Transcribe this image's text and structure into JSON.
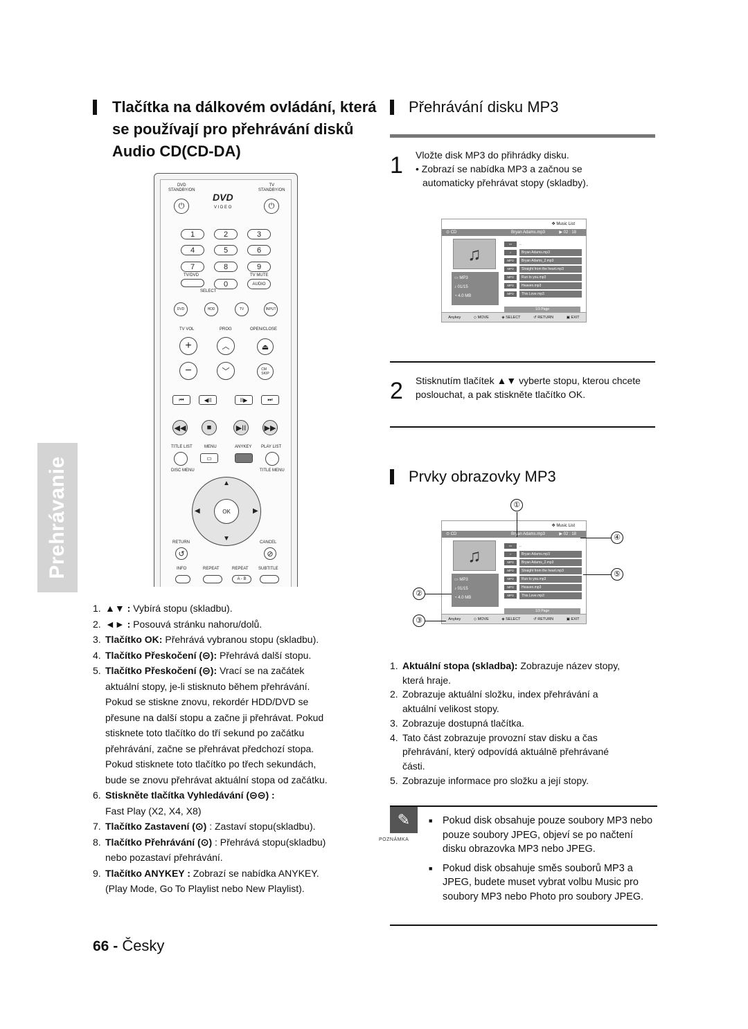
{
  "side_tab": "Prehrávanie",
  "left_heading": {
    "line1": "Tlačítka na dálkovém ovládání, která",
    "line2": "se používají pro přehrávání disků",
    "line3": "Audio CD(CD-DA)"
  },
  "remote": {
    "dvd_standby": "DVD\nSTANDBY/ON",
    "tv_standby": "TV\nSTANDBY/ON",
    "logo": "DVD",
    "logo_sub": "V I D E O",
    "digits": [
      "1",
      "2",
      "3",
      "4",
      "5",
      "6",
      "7",
      "8",
      "9",
      "0"
    ],
    "tvdvd": "TV/DVD",
    "tvmute": "TV MUTE",
    "audio": "AUDIO",
    "select": "SELECT",
    "src": [
      "DVD",
      "HDD",
      "TV",
      "INPUT"
    ],
    "tv_vol": "TV VOL",
    "prog": "PROG",
    "open_close": "OPEN/CLOSE",
    "cm_skip": "CM\nSKIP",
    "title_list": "TITLE LIST",
    "menu": "MENU",
    "anykey": "ANYKEY",
    "play_list": "PLAY LIST",
    "disc_menu": "DISC MENU",
    "title_menu": "TITLE MENU",
    "ok": "OK",
    "return": "RETURN",
    "cancel": "CANCEL",
    "info": "INFO",
    "repeat": "REPEAT",
    "repeat2": "REPEAT",
    "subtitle": "SUBTITLE",
    "ab": "A - B"
  },
  "left_list": [
    {
      "num": "1.",
      "bold": "▲▼ :",
      "text": " Vybírá stopu (skladbu)."
    },
    {
      "num": "2.",
      "bold": "◄► :",
      "text": " Posouvá stránku nahoru/dolů."
    },
    {
      "num": "3.",
      "bold": "Tlačítko OK:",
      "text": " Přehrává vybranou stopu (skladbu)."
    },
    {
      "num": "4.",
      "bold": "Tlačítko Přeskočení (⊝):",
      "text": " Přehrává další stopu."
    },
    {
      "num": "5.",
      "bold": "Tlačítko Přeskočení (⊝):",
      "text": " Vrací se na začátek"
    },
    {
      "num": "",
      "bold": "",
      "text": "aktuální stopy, je-li stisknuto během přehrávání."
    },
    {
      "num": "",
      "bold": "",
      "text": "Pokud se stiskne znovu, rekordér HDD/DVD se"
    },
    {
      "num": "",
      "bold": "",
      "text": "přesune na další stopu a začne ji přehrávat. Pokud"
    },
    {
      "num": "",
      "bold": "",
      "text": "stisknete toto tlačítko do tří sekund po začátku"
    },
    {
      "num": "",
      "bold": "",
      "text": "přehrávání, začne se přehrávat předchozí stopa."
    },
    {
      "num": "",
      "bold": "",
      "text": "Pokud stisknete toto tlačítko po třech sekundách,"
    },
    {
      "num": "",
      "bold": "",
      "text": "bude se znovu přehrávat aktuální stopa od začátku."
    },
    {
      "num": "6.",
      "bold": "Stiskněte tlačítka Vyhledávání (⊝⊝) :",
      "text": ""
    },
    {
      "num": "",
      "bold": "",
      "text": "Fast Play (X2, X4, X8)"
    },
    {
      "num": "7.",
      "bold": "Tlačítko Zastavení (⊙)",
      "text": " : Zastaví stopu(skladbu)."
    },
    {
      "num": "8.",
      "bold": "Tlačítko Přehrávání (⊙)",
      "text": " : Přehrává stopu(skladbu)"
    },
    {
      "num": "",
      "bold": "",
      "text": "nebo pozastaví přehrávání."
    },
    {
      "num": "9.",
      "bold": "Tlačítko ANYKEY :",
      "text": " Zobrazí se nabídka ANYKEY."
    },
    {
      "num": "",
      "bold": "",
      "text": "(Play Mode, Go To Playlist nebo New Playlist)."
    }
  ],
  "section1_heading": "Přehrávání disku MP3",
  "step1": {
    "num": "1",
    "line1": "Vložte disk MP3 do přihrádky disku.",
    "line2": "• Zobrazí se nabídka MP3 a začnou se",
    "line3": "automaticky přehrávat stopy (skladby)."
  },
  "step2": {
    "num": "2",
    "line1": "Stisknutím tlačítek ▲▼ vyberte stopu, kterou chcete",
    "line2": "poslouchat, a pak stiskněte tlačítko OK."
  },
  "section2_heading": "Prvky obrazovky MP3",
  "screen": {
    "title": "Music List",
    "cd": "CD",
    "file": "Bryan Adams.mp3",
    "time": "02 : 18",
    "mp3": "MP3",
    "index": "01/15",
    "size": "4.0 MB",
    "files": [
      {
        "tag": "♪",
        "name": "Bryan Adams.mp3"
      },
      {
        "tag": "MP3",
        "name": "Bryan Adams_2.mp3"
      },
      {
        "tag": "MP3",
        "name": "Straight from the heart.mp3"
      },
      {
        "tag": "MP3",
        "name": "Run to you.mp3"
      },
      {
        "tag": "MP3",
        "name": "Heaven.mp3"
      },
      {
        "tag": "MP3",
        "name": "This Love.mp3"
      }
    ],
    "page": "1/3 Page",
    "btn_anykey": "Anykey",
    "btn_move": "MOVE",
    "btn_select": "SELECT",
    "btn_return": "RETURN",
    "btn_exit": "EXIT"
  },
  "callouts": [
    "①",
    "②",
    "③",
    "④",
    "⑤"
  ],
  "right_list": [
    {
      "num": "1.",
      "bold": "Aktuální stopa (skladba):",
      "text": " Zobrazuje název stopy,"
    },
    {
      "num": "",
      "bold": "",
      "text": "která hraje."
    },
    {
      "num": "2.",
      "bold": "",
      "text": "Zobrazuje aktuální složku, index přehrávání a"
    },
    {
      "num": "",
      "bold": "",
      "text": "aktuální velikost stopy."
    },
    {
      "num": "3.",
      "bold": "",
      "text": "Zobrazuje dostupná tlačítka."
    },
    {
      "num": "4.",
      "bold": "",
      "text": "Tato část zobrazuje provozní stav disku a čas"
    },
    {
      "num": "",
      "bold": "",
      "text": "přehrávání, který odpovídá aktuálně přehrávané"
    },
    {
      "num": "",
      "bold": "",
      "text": "části."
    },
    {
      "num": "5.",
      "bold": "",
      "text": "Zobrazuje informace pro složku a její stopy."
    }
  ],
  "note": {
    "label": "POZNÁMKA",
    "items": [
      "Pokud disk obsahuje pouze soubory MP3 nebo pouze soubory JPEG, objeví se po načtení disku obrazovka MP3 nebo JPEG.",
      "Pokud disk obsahuje směs souborů MP3 a JPEG, budete muset vybrat volbu Music pro soubory MP3 nebo Photo pro soubory JPEG."
    ]
  },
  "footer": {
    "page": "66 -",
    "lang": "Česky"
  }
}
